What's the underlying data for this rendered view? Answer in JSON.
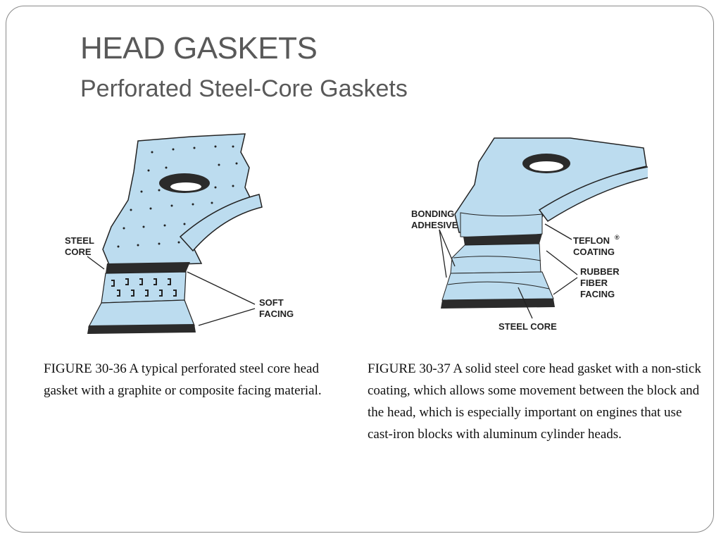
{
  "slide": {
    "title": "HEAD GASKETS",
    "subtitle": "Perforated Steel-Core Gaskets"
  },
  "figure_left": {
    "labels": {
      "steel_core_1": "STEEL",
      "steel_core_2": "CORE",
      "soft_facing_1": "SOFT",
      "soft_facing_2": "FACING"
    },
    "caption": "FIGURE 30-36 A typical perforated steel core head gasket with a graphite or composite facing material."
  },
  "figure_right": {
    "labels": {
      "bonding_1": "BONDING",
      "bonding_2": "ADHESIVE",
      "teflon_1": "TEFLON",
      "teflon_reg": "®",
      "teflon_2": "COATING",
      "rubber_1": "RUBBER",
      "rubber_2": "FIBER",
      "rubber_3": "FACING",
      "steel_core": "STEEL CORE"
    },
    "caption": "FIGURE 30-37 A solid steel core head gasket with a non-stick coating, which allows some movement between the block and the head, which is especially important on engines that use cast-iron blocks with aluminum cylinder heads."
  },
  "colors": {
    "gasket_fill": "#bcdcef",
    "core": "#2b2b2b",
    "text": "#595959"
  }
}
